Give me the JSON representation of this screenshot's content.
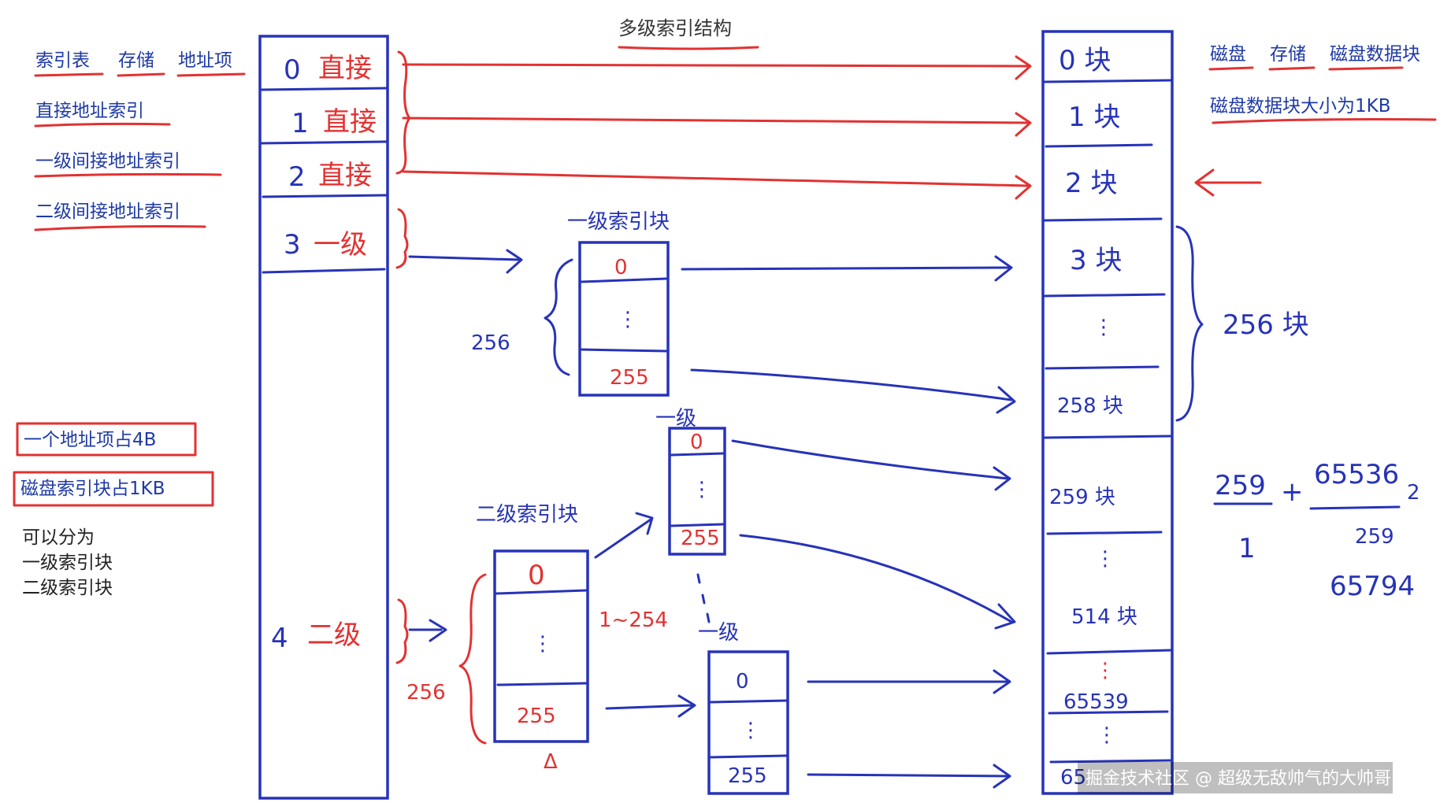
{
  "title": "多级索引结构",
  "legend_left": {
    "header": [
      "索引表",
      "存储",
      "地址项"
    ],
    "items": [
      "直接地址索引",
      "一级间接地址索引",
      "二级间接地址索引"
    ]
  },
  "legend_right": {
    "header": [
      "磁盘",
      "存储",
      "磁盘数据块"
    ],
    "note": "磁盘数据块大小为1KB"
  },
  "notes": {
    "addr_size": "一个地址项占4B",
    "index_block_size": "磁盘索引块占1KB",
    "split_lines": [
      "可以分为",
      "一级索引块",
      "二级索引块"
    ]
  },
  "index_table": [
    {
      "num": "0",
      "label": "直接"
    },
    {
      "num": "1",
      "label": "直接"
    },
    {
      "num": "2",
      "label": "直接"
    },
    {
      "num": "3",
      "label": "一级"
    },
    {
      "num": "4",
      "label": "二级"
    }
  ],
  "level1_block": {
    "caption": "一级索引块",
    "first": "0",
    "dots": "⋮",
    "last": "255",
    "count": "256"
  },
  "level2_block": {
    "caption": "二级索引块",
    "first": "0",
    "dots": "⋮",
    "last": "255",
    "count": "256",
    "range": "1~254",
    "marker": "Δ"
  },
  "sub_blocks": [
    {
      "caption": "一级",
      "first": "0",
      "dots": "⋮",
      "last": "255"
    },
    {
      "caption": "一级",
      "first": "0",
      "dots": "⋮",
      "last": "255"
    }
  ],
  "disk_blocks": [
    "0 块",
    "1 块",
    "2 块",
    "3 块",
    "⋮",
    "258 块",
    "259 块",
    "⋮",
    "514 块",
    "⋮",
    "65539",
    "⋮",
    "65"
  ],
  "disk_brace_label": "256 块",
  "calc": {
    "a": "259",
    "b": "1",
    "plus": "+",
    "c": "65536",
    "suffix": "2",
    "d": "259",
    "result": "65794"
  },
  "watermark": "掘金技术社区 @ 超级无敌帅气的大帅哥"
}
